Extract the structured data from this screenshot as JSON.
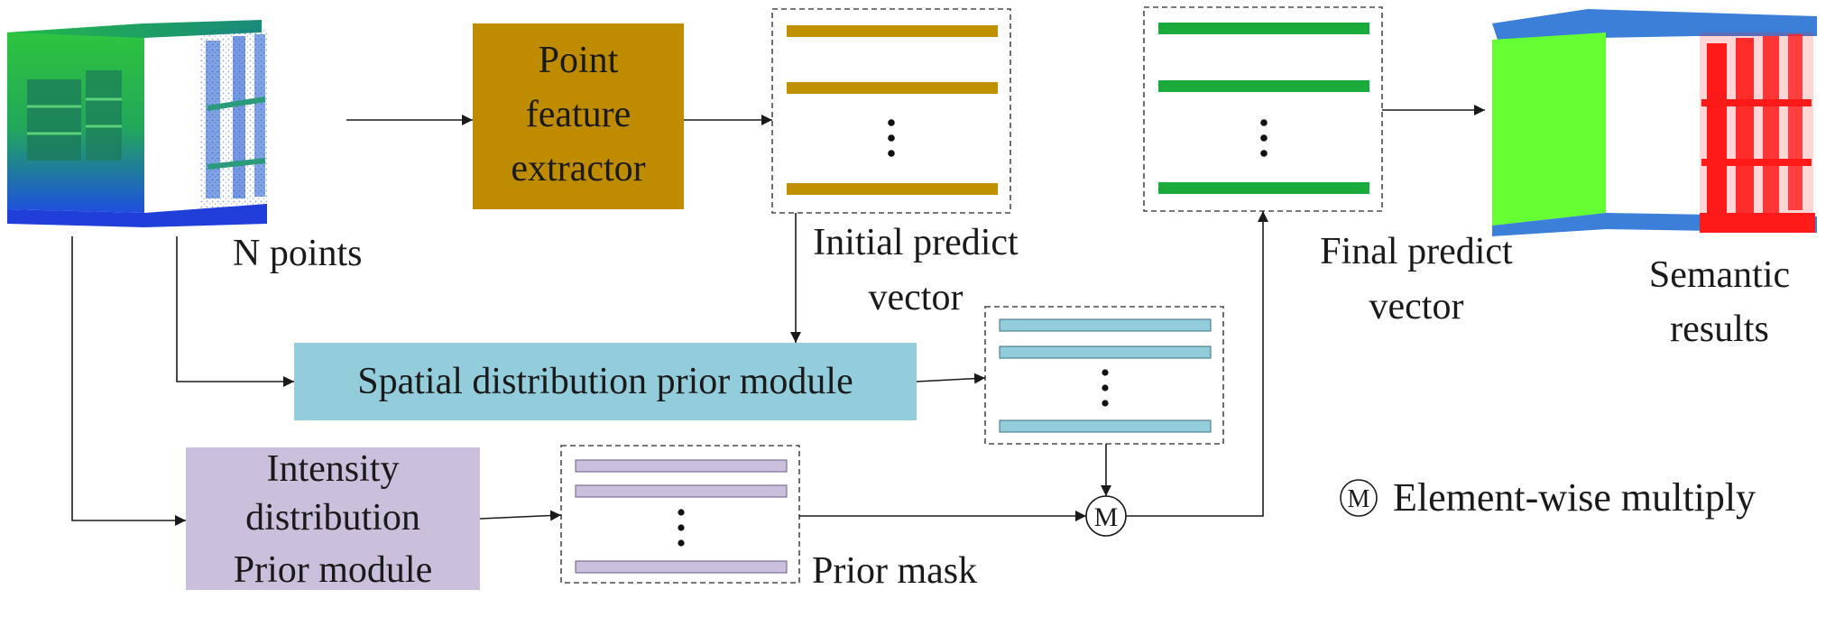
{
  "labels": {
    "n_points": "N points",
    "point_extractor": [
      "Point",
      "feature",
      "extractor"
    ],
    "initial_predict": [
      "Initial predict",
      "vector"
    ],
    "final_predict": [
      "Final predict",
      "vector"
    ],
    "semantic_results": [
      "Semantic",
      "results"
    ],
    "spatial_module": "Spatial distribution prior module",
    "intensity_module": [
      "Intensity",
      "distribution",
      "Prior module"
    ],
    "prior_mask": "Prior mask",
    "multiply_symbol": "M",
    "legend": "Element-wise multiply"
  },
  "colors": {
    "extractor": "#bf8c00",
    "initial_bars": "#bf9000",
    "final_bars": "#1aab3c",
    "spatial": "#93cddc",
    "spatial_bars": "#93cddc",
    "intensity": "#cbc0dc",
    "intensity_bars": "#cbc0dc",
    "pc_blue": "#1f4fe0",
    "pc_green": "#3fcf4a",
    "sem_blue": "#3b7fd9",
    "sem_green": "#66ff33",
    "sem_red": "#ff1a1a"
  },
  "icons": [
    "input-point-cloud-image",
    "semantic-point-cloud-image",
    "multiply-circle-icon"
  ]
}
